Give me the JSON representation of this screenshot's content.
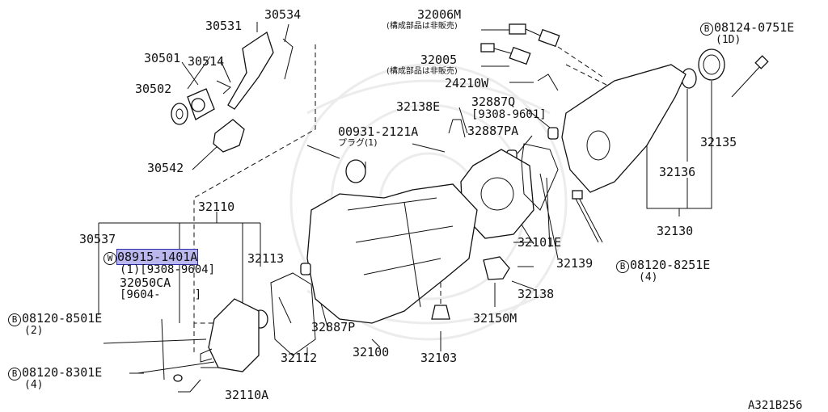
{
  "diagram_id": "A321B256",
  "highlighted_part": "08915-1401A",
  "labels": {
    "p30534": "30534",
    "p30531": "30531",
    "p30501": "30501",
    "p30514": "30514",
    "p30502": "30502",
    "p30542": "30542",
    "p32006m": "32006M",
    "p32006m_note": "(構成部品は非販売)",
    "p32005": "32005",
    "p32005_note": "(構成部品は非販売)",
    "p24210w": "24210W",
    "p08124": "08124-0751E",
    "p08124_qty": "(1D)",
    "p32138e": "32138E",
    "p32887q": "32887Q",
    "p32887q_range": "[9308-9601]",
    "p32887pa": "32887PA",
    "p00931": "00931-2121A",
    "p00931_note": "プラグ(1)",
    "p32135": "32135",
    "p32136": "32136",
    "p32130": "32130",
    "p32110": "32110",
    "p30537": "30537",
    "p08915": "08915-1401A",
    "p08915_range": "(1)[9308-9604]",
    "p32113": "32113",
    "p32050ca": "32050CA",
    "p32050ca_range": "[9604-     ]",
    "p32101e": "32101E",
    "p32139": "32139",
    "p08120_8251": "08120-8251E",
    "p08120_8251_qty": "(4)",
    "p32138": "32138",
    "p08120_8501": "08120-8501E",
    "p08120_8501_qty": "(2)",
    "p32887p": "32887P",
    "p32150m": "32150M",
    "p32112": "32112",
    "p32100": "32100",
    "p32103": "32103",
    "p08120_8301": "08120-8301E",
    "p08120_8301_qty": "(4)",
    "p32110a": "32110A"
  },
  "symbols": {
    "bolt_prefix": "B",
    "washer_prefix": "W"
  }
}
